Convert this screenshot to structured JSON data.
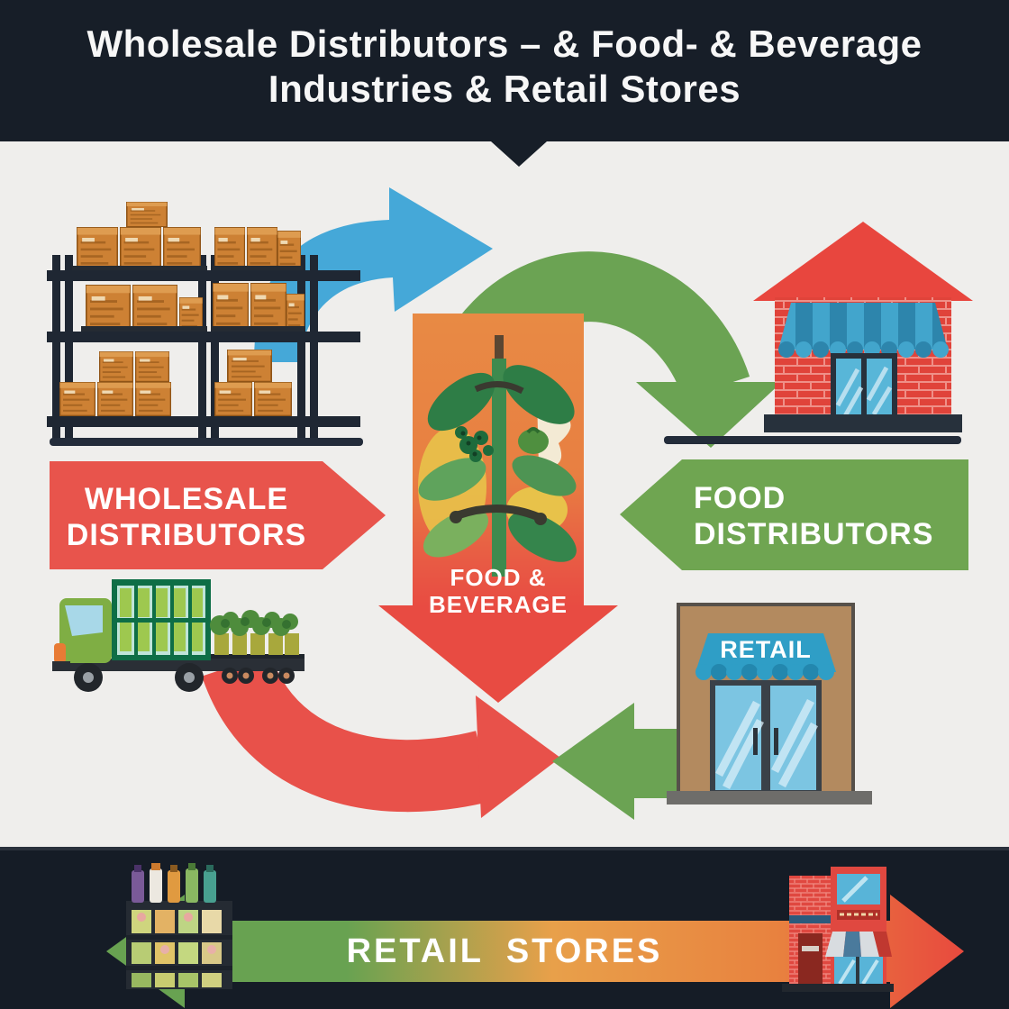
{
  "header": {
    "title_line1": "Wholesale Distributors – & Food- & Beverage",
    "title_line2": "Industries & Retail Stores"
  },
  "arrows": {
    "wholesale": {
      "line1": "WHOLESALE",
      "line2": "DISTRIBUTORS"
    },
    "food_distributors": {
      "line1": "FOOD",
      "line2": "DISTRIBUTORS"
    },
    "food_beverage": {
      "line1": "FOOD &",
      "line2": "BEVERAGE"
    }
  },
  "retail_store": {
    "awning_label": "RETAIL"
  },
  "footer": {
    "banner_label": "RETAIL STORES"
  },
  "icons": {
    "warehouse_shelving": "warehouse-shelving-icon",
    "blue_flow": "blue-flow-arrow-icon",
    "green_cycle": "green-cycle-arrow-icon",
    "brick_store": "brick-store-icon",
    "delivery_truck": "delivery-truck-icon",
    "red_curve": "red-curve-arrow-icon",
    "green_return": "green-return-arrow-icon",
    "retail_storefront": "retail-storefront-icon",
    "store_shelf": "store-shelf-icon",
    "small_storefront": "small-storefront-icon",
    "produce": "produce-illustration-icon"
  },
  "colors": {
    "header_bg": "#171e28",
    "footer_bg": "#151c26",
    "canvas_bg": "#efeeec",
    "blue_arrow": "#45a8d8",
    "green_arrow": "#6ba353",
    "red_arrow": "#e8544c",
    "orange_top": "#e88a44",
    "red_bottom": "#e84b42",
    "brick_red": "#e0433a",
    "awning_blue": "#2f9ec6",
    "facade_tan": "#b38a5f",
    "dark_structure": "#1f2733",
    "gradient_green": "#68a251",
    "gradient_orange": "#e8a04a",
    "gradient_red": "#e84a3e"
  }
}
